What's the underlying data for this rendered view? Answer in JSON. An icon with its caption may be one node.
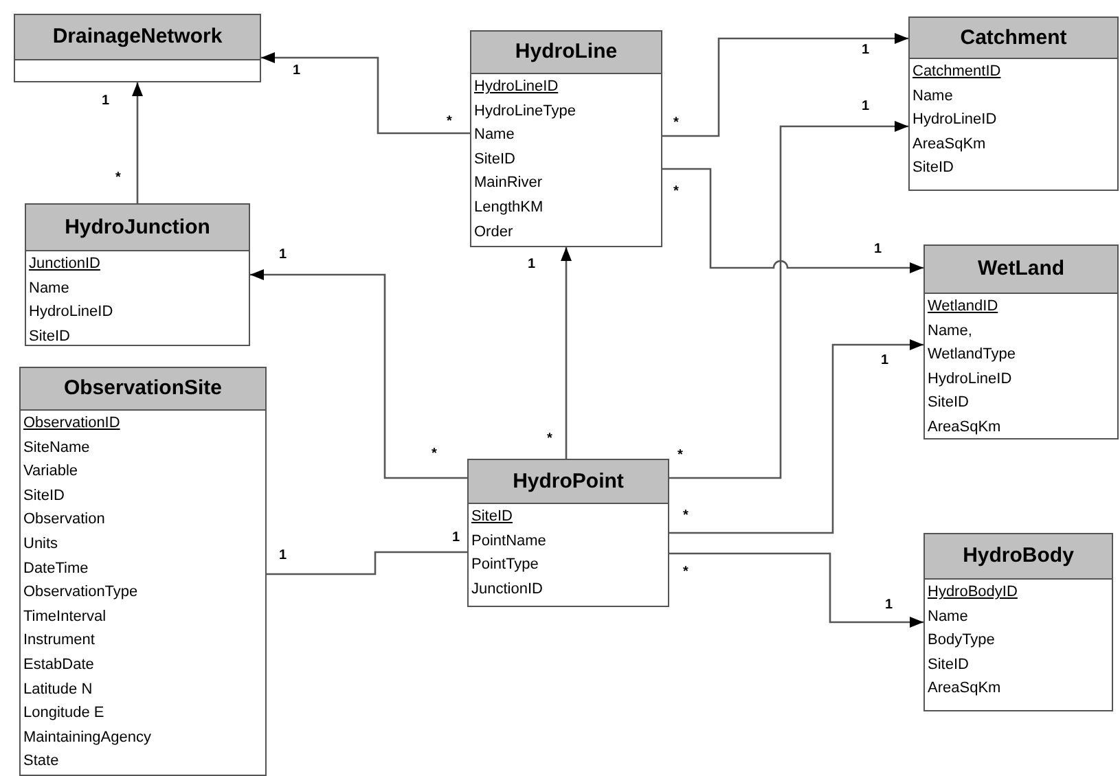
{
  "diagram": {
    "nodes": [
      {
        "text": [
          "DrainageNetwork"
        ]
      },
      {
        "text": [
          "HydroLine",
          "HydroLineID",
          "HydroLineType",
          "Name",
          "SiteID",
          "MainRiver",
          "LengthKM",
          "Order"
        ]
      },
      {
        "text": [
          "Catchment",
          "CatchmentID",
          "Name",
          "HydroLineID",
          "AreaSqKm",
          "SiteID"
        ]
      },
      {
        "text": [
          "HydroJunction",
          "JunctionID",
          "Name",
          "HydroLineID",
          "SiteID"
        ]
      },
      {
        "text": [
          "WetLand",
          "WetlandID",
          "Name,",
          "WetlandType",
          "HydroLineID",
          "SiteID",
          "AreaSqKm"
        ]
      },
      {
        "text": [
          "ObservationSite",
          "ObservationID",
          "SiteName",
          "Variable",
          "SiteID",
          "Observation",
          "Units",
          "DateTime",
          "ObservationType",
          "TimeInterval",
          "Instrument",
          "EstabDate",
          "Latitude N",
          "Longitude E",
          "MaintainingAgency",
          "State"
        ]
      },
      {
        "text": [
          "HydroPoint",
          "SiteID",
          "PointName",
          "PointType",
          "JunctionID"
        ]
      },
      {
        "text": [
          "HydroBody",
          "HydroBodyID",
          "Name",
          "BodyType",
          "SiteID",
          "AreaSqKm"
        ]
      }
    ],
    "edges": [
      {
        "from": 1,
        "to": 0,
        "arrow": "to"
      },
      {
        "from": 3,
        "to": 0,
        "arrow": "to"
      },
      {
        "from": 1,
        "to": 2,
        "arrow": "to"
      },
      {
        "from": 1,
        "to": 4,
        "arrow": "to"
      },
      {
        "from": 6,
        "to": 2,
        "arrow": "to"
      },
      {
        "from": 6,
        "to": 4,
        "arrow": "to"
      },
      {
        "from": 6,
        "to": 7,
        "arrow": "to"
      },
      {
        "from": 6,
        "to": 1,
        "arrow": "to"
      },
      {
        "from": 6,
        "to": 3,
        "arrow": "to"
      },
      {
        "from": 5,
        "to": 6,
        "arrow": "none"
      }
    ],
    "labels": [
      "1",
      "1",
      "*",
      "1",
      "*",
      "1",
      "*",
      "*",
      "1",
      "1",
      "1",
      "1",
      "*",
      "*",
      "*",
      "1",
      "1",
      "*",
      "*",
      "1"
    ]
  }
}
